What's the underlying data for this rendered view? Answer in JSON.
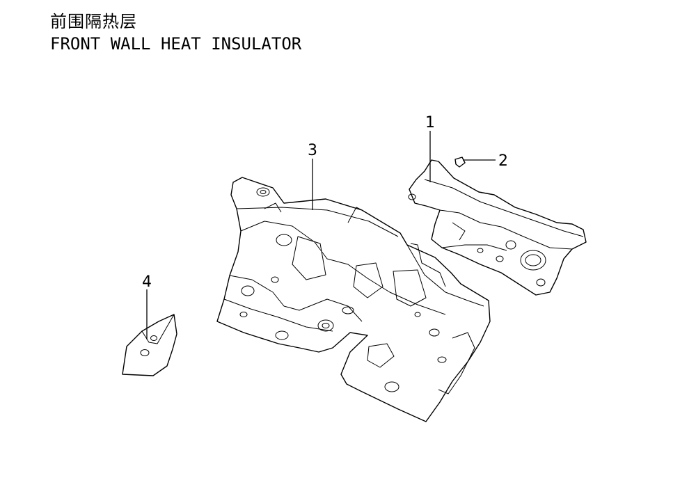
{
  "title": {
    "cn": "前围隔热层",
    "en": "FRONT WALL HEAT INSULATOR"
  },
  "callouts": [
    "1",
    "2",
    "3",
    "4"
  ]
}
